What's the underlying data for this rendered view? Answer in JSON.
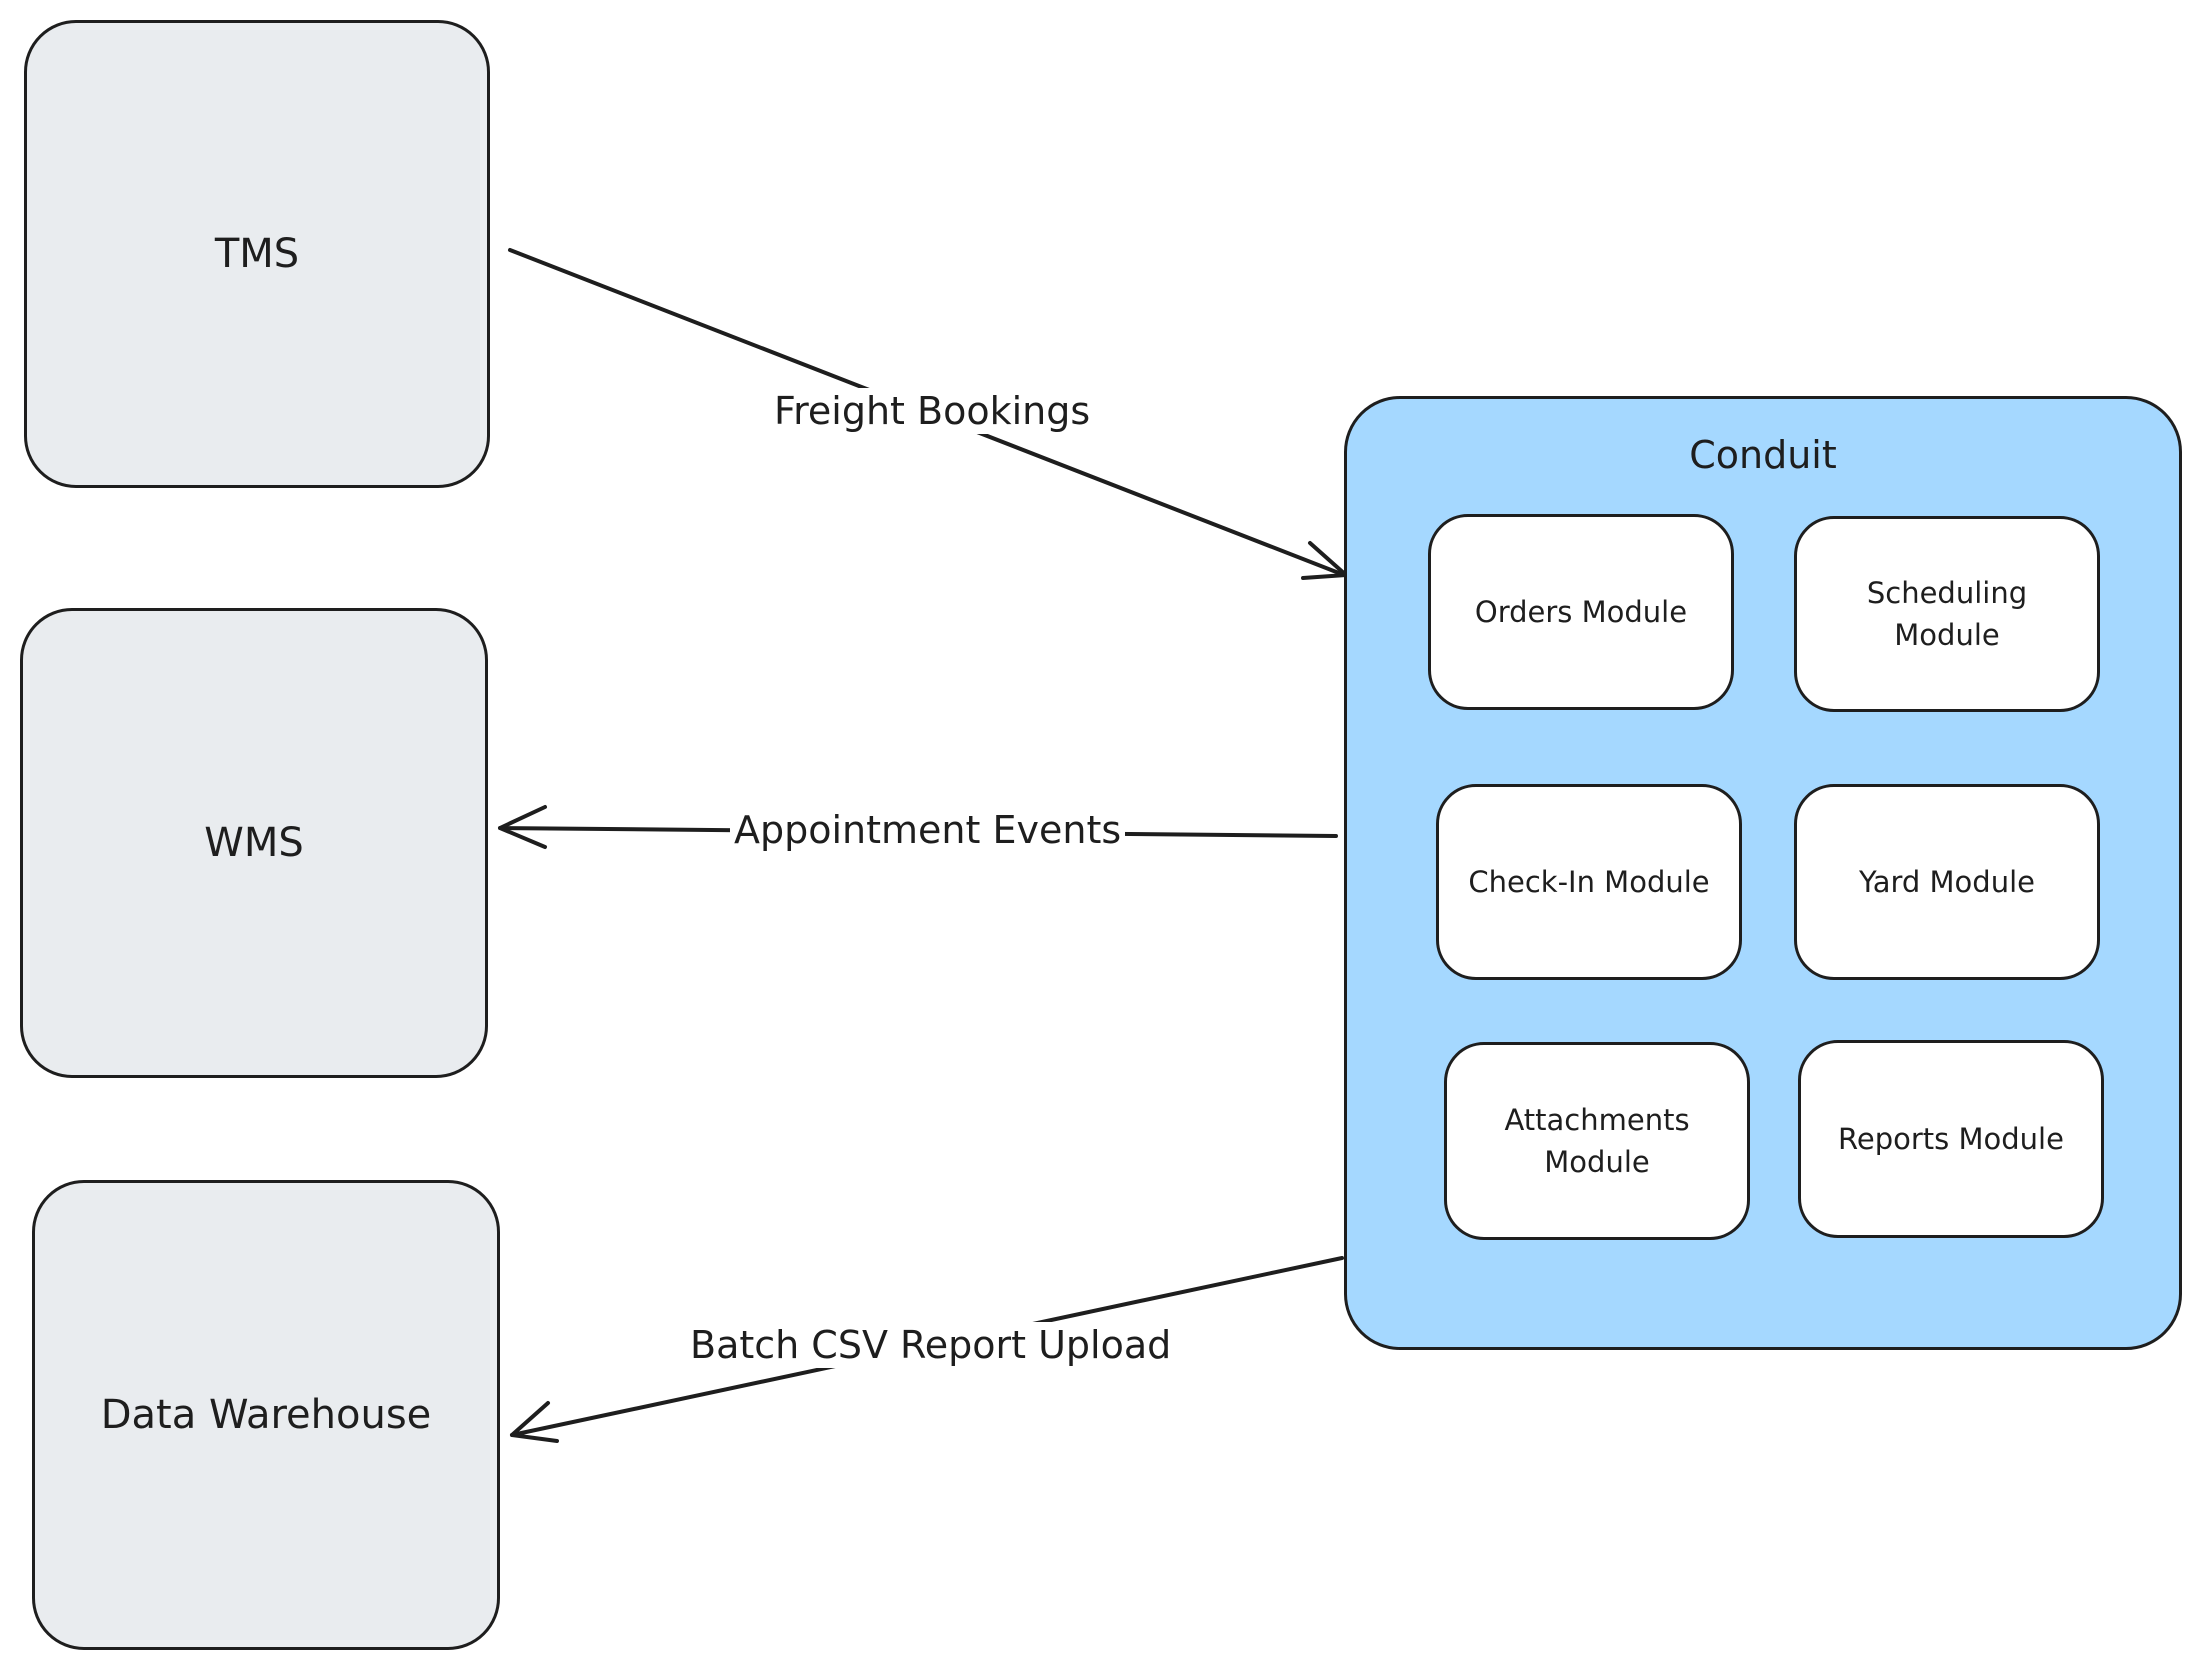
{
  "systems": {
    "tms": "TMS",
    "wms": "WMS",
    "warehouse": "Data Warehouse"
  },
  "conduit": {
    "title": "Conduit",
    "modules": {
      "orders": "Orders Module",
      "scheduling": "Scheduling Module",
      "checkin": "Check-In Module",
      "yard": "Yard Module",
      "attachments": "Attachments Module",
      "reports": "Reports Module"
    }
  },
  "edges": {
    "freight": "Freight Bookings",
    "appointments": "Appointment Events",
    "batch": "Batch CSV Report Upload"
  },
  "colors": {
    "stroke": "#1e1e1e",
    "system_fill": "#e9ecef",
    "container_fill": "#a5d8ff",
    "module_fill": "#ffffff"
  }
}
